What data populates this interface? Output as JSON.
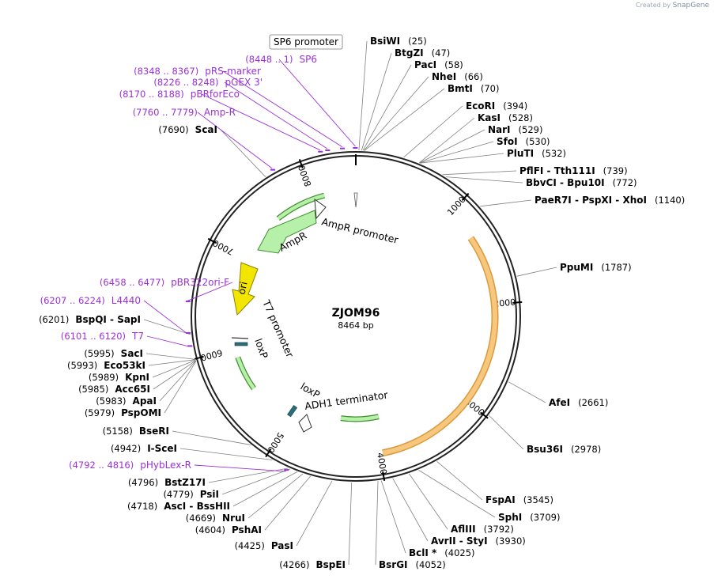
{
  "credit": {
    "prefix": "Created by",
    "brand": "SnapGene"
  },
  "plasmid": {
    "name": "ZJOM96",
    "length_label": "8464 bp",
    "length": 8464
  },
  "ticks": [
    {
      "pos": 1000,
      "label": "1000"
    },
    {
      "pos": 2000,
      "label": "2000"
    },
    {
      "pos": 3000,
      "label": "3000"
    },
    {
      "pos": 4000,
      "label": "4000"
    },
    {
      "pos": 5000,
      "label": "5000"
    },
    {
      "pos": 6000,
      "label": "6000"
    },
    {
      "pos": 7000,
      "label": "7000"
    },
    {
      "pos": 8000,
      "label": "8000"
    }
  ],
  "primer_box": {
    "label": "SP6 promoter"
  },
  "enzymes_right": [
    {
      "name": "BsiWI",
      "pos": "(25)"
    },
    {
      "name": "BtgZI",
      "pos": "(47)"
    },
    {
      "name": "PacI",
      "pos": "(58)"
    },
    {
      "name": "NheI",
      "pos": "(66)"
    },
    {
      "name": "BmtI",
      "pos": "(70)"
    },
    {
      "name": "EcoRI",
      "pos": "(394)"
    },
    {
      "name": "KasI",
      "pos": "(528)"
    },
    {
      "name": "NarI",
      "pos": "(529)"
    },
    {
      "name": "SfoI",
      "pos": "(530)"
    },
    {
      "name": "PluTI",
      "pos": "(532)"
    },
    {
      "name": "PflFI  -  Tth111I",
      "pos": "(739)"
    },
    {
      "name": "BbvCI  -  Bpu10I",
      "pos": "(772)"
    },
    {
      "name": "PaeR7I  -  PspXI  -  XhoI",
      "pos": "(1140)"
    },
    {
      "name": "PpuMI",
      "pos": "(1787)"
    },
    {
      "name": "AfeI",
      "pos": "(2661)"
    },
    {
      "name": "Bsu36I",
      "pos": "(2978)"
    },
    {
      "name": "FspAI",
      "pos": "(3545)"
    },
    {
      "name": "SphI",
      "pos": "(3709)"
    },
    {
      "name": "AflIII",
      "pos": "(3792)"
    },
    {
      "name": "AvrII  -  StyI",
      "pos": "(3930)"
    },
    {
      "name": "BclI *",
      "pos": "(4025)"
    },
    {
      "name": "BsrGI",
      "pos": "(4052)"
    }
  ],
  "enzymes_left": [
    {
      "name": "ScaI",
      "pos": "(7690)"
    },
    {
      "name": "BspQI  -  SapI",
      "pos": "(6201)"
    },
    {
      "name": "SacI",
      "pos": "(5995)"
    },
    {
      "name": "Eco53kI",
      "pos": "(5993)"
    },
    {
      "name": "KpnI",
      "pos": "(5989)"
    },
    {
      "name": "Acc65I",
      "pos": "(5985)"
    },
    {
      "name": "ApaI",
      "pos": "(5983)"
    },
    {
      "name": "PspOMI",
      "pos": "(5979)"
    },
    {
      "name": "BseRI",
      "pos": "(5158)"
    },
    {
      "name": "I-SceI",
      "pos": "(4942)"
    },
    {
      "name": "BstZ17I",
      "pos": "(4796)"
    },
    {
      "name": "PsiI",
      "pos": "(4779)"
    },
    {
      "name": "AscI  -  BssHII",
      "pos": "(4718)"
    },
    {
      "name": "NruI",
      "pos": "(4669)"
    },
    {
      "name": "PshAI",
      "pos": "(4604)"
    },
    {
      "name": "PasI",
      "pos": "(4425)"
    },
    {
      "name": "BspEI",
      "pos": "(4266)"
    }
  ],
  "primers": [
    {
      "name": "SP6",
      "range": "(8448 .. 1)"
    },
    {
      "name": "pRS-marker",
      "range": "(8348 .. 8367)"
    },
    {
      "name": "pGEX 3'",
      "range": "(8226 .. 8248)"
    },
    {
      "name": "pBRforEco",
      "range": "(8170 .. 8188)"
    },
    {
      "name": "Amp-R",
      "range": "(7760 .. 7779)"
    },
    {
      "name": "pBR322ori-F",
      "range": "(6458 .. 6477)"
    },
    {
      "name": "L4440",
      "range": "(6207 .. 6224)"
    },
    {
      "name": "T7",
      "range": "(6101 .. 6120)"
    },
    {
      "name": "pHybLex-R",
      "range": "(4792 .. 4816)"
    }
  ],
  "features": [
    {
      "name": "AmpR promoter"
    },
    {
      "name": "AmpR"
    },
    {
      "name": "ori"
    },
    {
      "name": "T7 promoter"
    },
    {
      "name": "loxP"
    },
    {
      "name": "loxP"
    },
    {
      "name": "ADH1 terminator"
    }
  ],
  "colors": {
    "feature_green": "#b7f0a8",
    "feature_yellow": "#f2e600",
    "feature_orange": "#f7c77e",
    "primer": "#9b30d9",
    "promoter": "#ffffff",
    "loxp": "#2a6e7a"
  }
}
